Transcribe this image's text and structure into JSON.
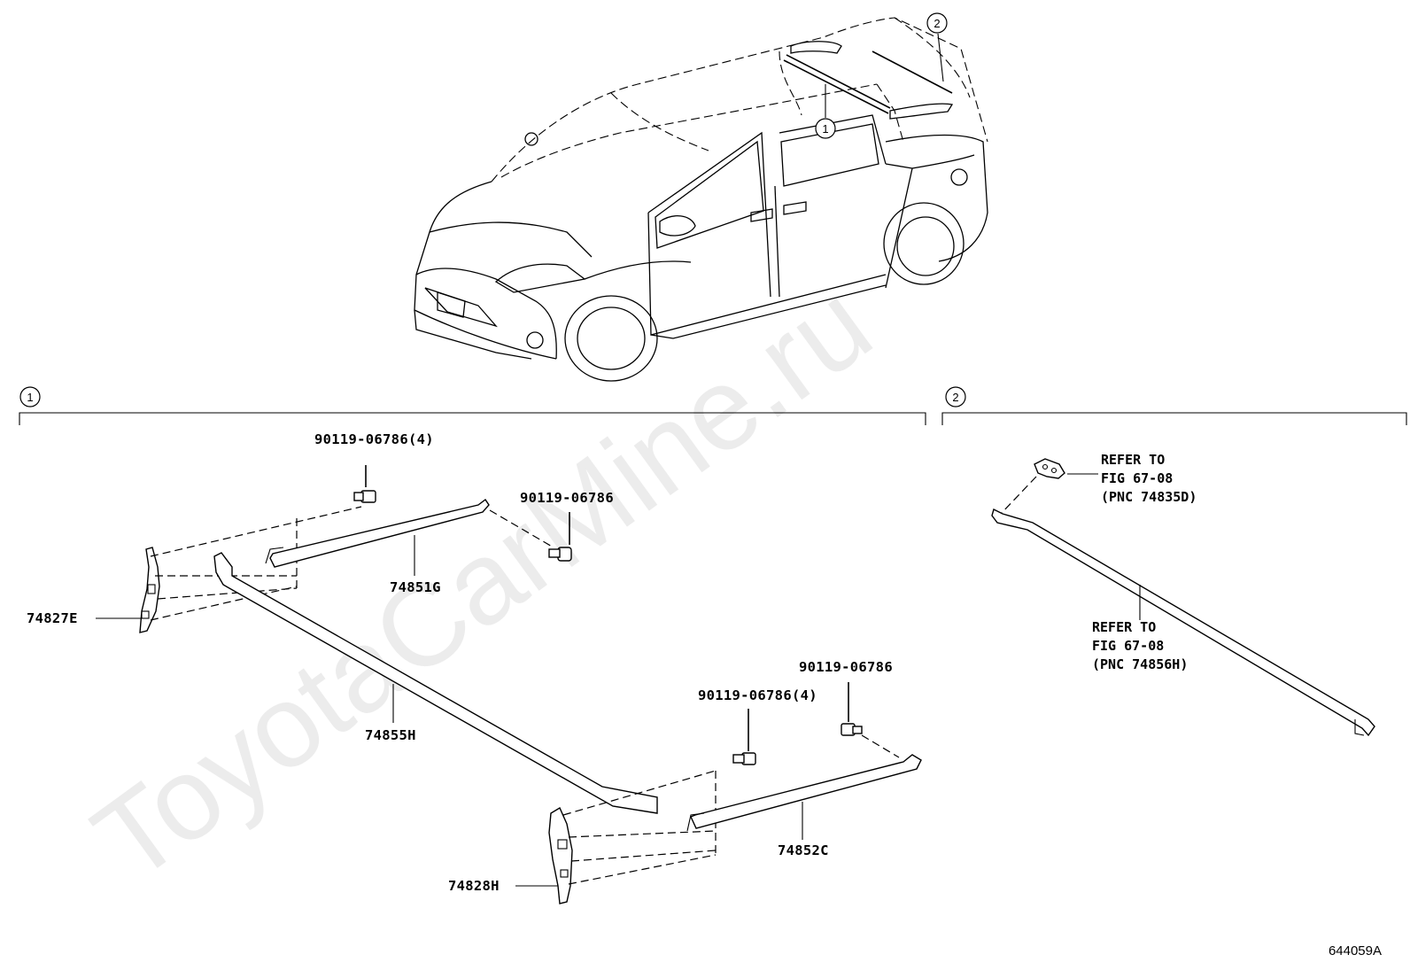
{
  "watermark": "ToyotaCarMine.ru",
  "figure_number": "644059A",
  "car_callouts": [
    "1",
    "2"
  ],
  "group_1": {
    "label": "1",
    "parts": {
      "p74827E": "74827E",
      "p74851G": "74851G",
      "p74855H": "74855H",
      "p74828H": "74828H",
      "p74852C": "74852C",
      "bolt_a": "90119-06786(4)",
      "bolt_b": "90119-06786",
      "bolt_c": "90119-06786",
      "bolt_d": "90119-06786(4)"
    }
  },
  "group_2": {
    "label": "2",
    "ref_upper": [
      "REFER TO",
      "FIG 67-08",
      "(PNC 74835D)"
    ],
    "ref_lower": [
      "REFER TO",
      "FIG 67-08",
      "(PNC 74856H)"
    ]
  }
}
